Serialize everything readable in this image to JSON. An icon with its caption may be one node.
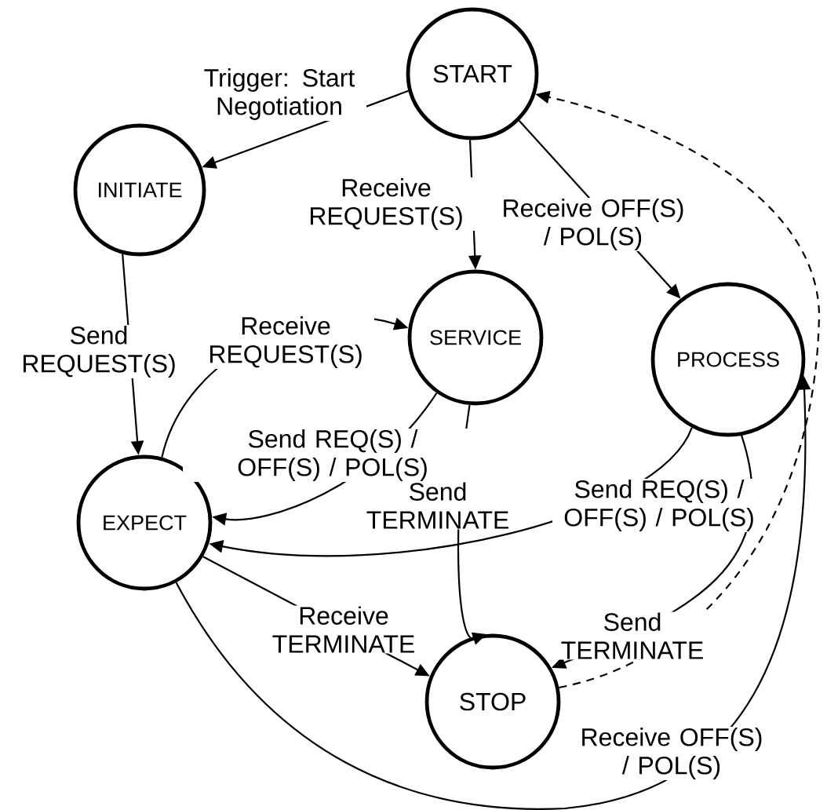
{
  "diagram": {
    "nodes": [
      {
        "text": [
          "START"
        ]
      },
      {
        "text": [
          "INITIATE"
        ]
      },
      {
        "text": [
          "SERVICE"
        ]
      },
      {
        "text": [
          "PROCESS"
        ]
      },
      {
        "text": [
          "EXPECT"
        ]
      },
      {
        "text": [
          "STOP"
        ]
      }
    ],
    "edges": [
      {
        "from": 0,
        "to": 1,
        "arrow": "to",
        "label": "Trigger: Start Negotiation"
      },
      {
        "from": 0,
        "to": 2,
        "arrow": "to",
        "label": "Receive REQUEST(S)"
      },
      {
        "from": 0,
        "to": 3,
        "arrow": "to",
        "label": "Receive OFF(S) / POL(S)"
      },
      {
        "from": 1,
        "to": 4,
        "arrow": "to",
        "label": "Send REQUEST(S)"
      },
      {
        "from": 4,
        "to": 2,
        "arrow": "to",
        "label": "Receive REQUEST(S)"
      },
      {
        "from": 2,
        "to": 4,
        "arrow": "to",
        "label": "Send REQ(S) / OFF(S) / POL(S)"
      },
      {
        "from": 2,
        "to": 5,
        "arrow": "to",
        "label": "Send TERMINATE"
      },
      {
        "from": 3,
        "to": 4,
        "arrow": "to",
        "label": "Send REQ(S) / OFF(S) / POL(S)"
      },
      {
        "from": 4,
        "to": 5,
        "arrow": "to",
        "label": "Receive TERMINATE"
      },
      {
        "from": 3,
        "to": 5,
        "arrow": "to",
        "label": "Send TERMINATE"
      },
      {
        "from": 5,
        "to": 0,
        "arrow": "to",
        "style": "dashed"
      },
      {
        "from": 4,
        "to": 3,
        "arrow": "to",
        "label": "Receive OFF(S) / POL(S)"
      }
    ]
  }
}
